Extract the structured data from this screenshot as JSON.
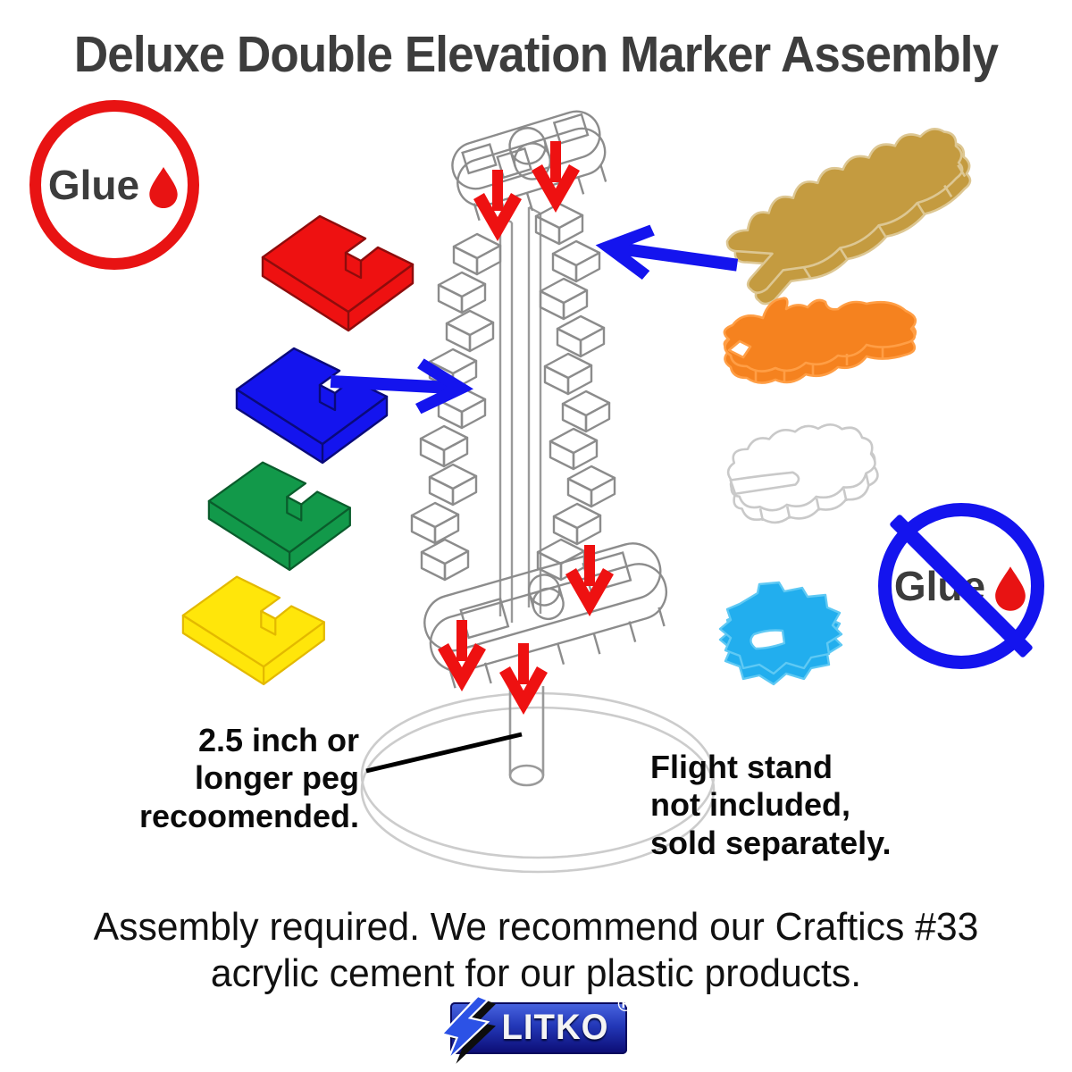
{
  "title": "Deluxe Double Elevation Marker Assembly",
  "glue_badge": {
    "label": "Glue"
  },
  "no_glue_badge": {
    "label": "Glue"
  },
  "peg_note": {
    "line1": "2.5 inch or",
    "line2": "longer peg",
    "line3": "recoomended."
  },
  "flight_note": {
    "line1": "Flight stand",
    "line2": "not included,",
    "line3": "sold separately."
  },
  "footer": {
    "line1": "Assembly required. We recommend our Craftics #33",
    "line2": "acrylic cement for our plastic products."
  },
  "logo": {
    "text": "LITKO",
    "registered": "®"
  },
  "parts": {
    "elevation_markers": [
      {
        "name": "red elevation marker",
        "color": "#ee1111"
      },
      {
        "name": "blue elevation marker",
        "color": "#1414ee"
      },
      {
        "name": "green elevation marker",
        "color": "#12994a"
      },
      {
        "name": "yellow elevation marker",
        "color": "#ffe60a"
      }
    ],
    "status_markers": [
      {
        "name": "tan scalloped marker",
        "color": "#c49b40"
      },
      {
        "name": "orange flame marker",
        "color": "#f5821f"
      },
      {
        "name": "white smoke marker",
        "color": "#ffffff"
      },
      {
        "name": "cyan splash marker",
        "color": "#29abe2"
      }
    ],
    "frame_color": "#8c8c8c",
    "arrow_red": "#ee1111",
    "arrow_blue": "#1414ee",
    "flight_stand_color": "#cccccc"
  }
}
